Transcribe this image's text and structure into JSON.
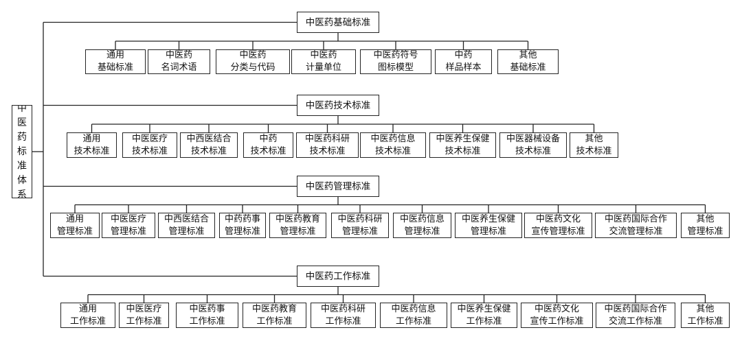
{
  "root": {
    "label": "中\n医\n药\n标\n准\n体\n系"
  },
  "categories": [
    {
      "label": "中医药基础标准",
      "children": [
        "通用\n基础标准",
        "中医药\n名词术语",
        "中医药\n分类与代码",
        "中医药\n计量单位",
        "中医药符号\n图标模型",
        "中药\n样品样本",
        "其他\n基础标准"
      ]
    },
    {
      "label": "中医药技术标准",
      "children": [
        "通用\n技术标准",
        "中医医疗\n技术标准",
        "中西医结合\n技术标准",
        "中药\n技术标准",
        "中医药科研\n技术标准",
        "中医药信息\n技术标准",
        "中医养生保健\n技术标准",
        "中医器械设备\n技术标准",
        "其他\n技术标准"
      ]
    },
    {
      "label": "中医药管理标准",
      "children": [
        "通用\n管理标准",
        "中医医疗\n管理标准",
        "中西医结合\n管理标准",
        "中药药事\n管理标准",
        "中医药教育\n管理标准",
        "中医药科研\n管理标准",
        "中医药信息\n管理标准",
        "中医养生保健\n管理标准",
        "中医药文化\n宣传管理标准",
        "中医药国际合作\n交流管理标准",
        "其他\n管理标准"
      ]
    },
    {
      "label": "中医药工作标准",
      "children": [
        "通用\n工作标准",
        "中医医疗\n工作标准",
        "中医药事\n工作标准",
        "中医药教育\n工作标准",
        "中医药科研\n工作标准",
        "中医药信息\n工作标准",
        "中医养生保健\n工作标准",
        "中医药文化\n宣传工作标准",
        "中医药国际合作\n交流工作标准",
        "其他\n工作标准"
      ]
    }
  ]
}
